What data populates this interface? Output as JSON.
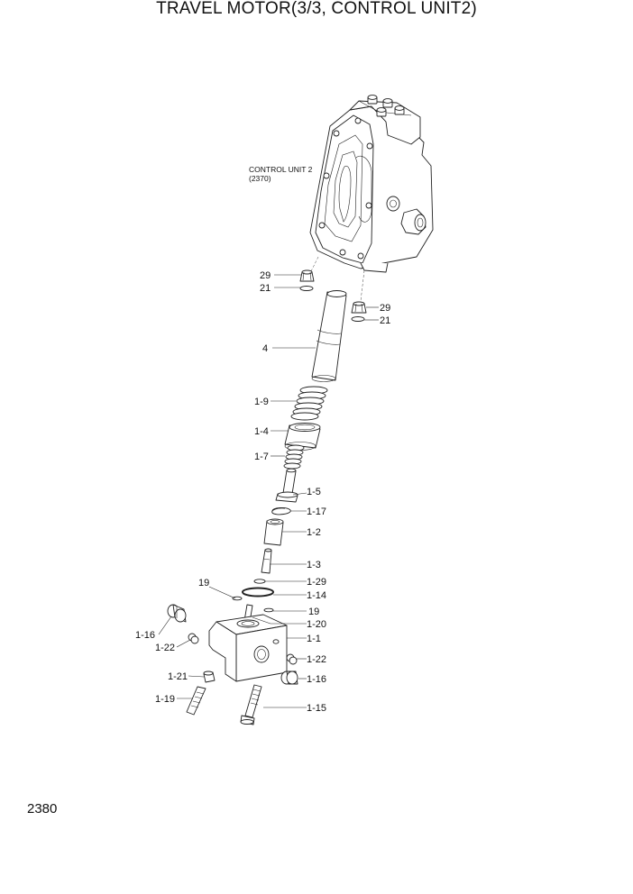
{
  "title": "TRAVEL MOTOR(3/3, CONTROL UNIT2)",
  "page_number": "2380",
  "assembly": {
    "line1": "CONTROL UNIT 2",
    "line2": "(2370)"
  },
  "callouts": {
    "c29a": "29",
    "c21a": "21",
    "c29b": "29",
    "c21b": "21",
    "c4": "4",
    "c1_9": "1-9",
    "c1_4": "1-4",
    "c1_7": "1-7",
    "c1_5": "1-5",
    "c1_17": "1-17",
    "c1_2": "1-2",
    "c1_3": "1-3",
    "c19a": "19",
    "c1_29": "1-29",
    "c1_14": "1-14",
    "c19b": "19",
    "c1_20": "1-20",
    "c1_16a": "1-16",
    "c1_22a": "1-22",
    "c1_1": "1-1",
    "c1_22b": "1-22",
    "c1_16b": "1-16",
    "c1_21": "1-21",
    "c1_19": "1-19",
    "c1_15": "1-15"
  }
}
